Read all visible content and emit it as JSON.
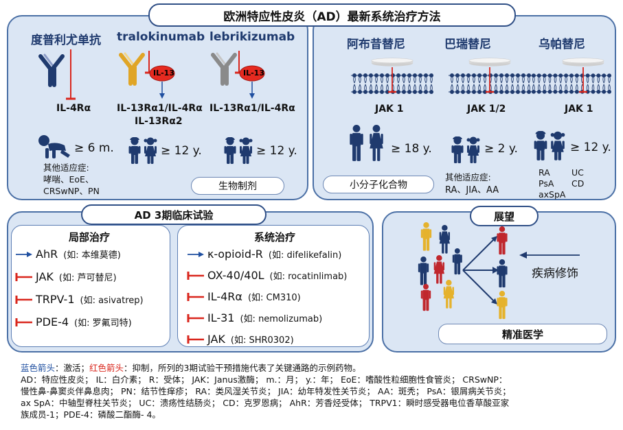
{
  "title": "欧洲特应性皮炎（AD）最新系统治疗方法",
  "biologics": {
    "label": "生物制剂",
    "drugs": [
      {
        "name": "度普利尤单抗",
        "target": "IL-4Rα",
        "age": "≥ 6 m."
      },
      {
        "name": "tralokinumab",
        "cytokine": "IL-13",
        "target_line1": "IL-13Rα1/IL-4Rα",
        "target_line2": "IL-13Rα2",
        "age": "≥ 12 y."
      },
      {
        "name": "lebrikizumab",
        "cytokine": "IL-13",
        "target_line1": "IL-13Rα1/IL-4Rα",
        "age": "≥ 12 y."
      }
    ],
    "other_title": "其他适应症:",
    "other_line1": "哮喘、EoE、",
    "other_line2": "CRSwNP、PN"
  },
  "small_molecules": {
    "label": "小分子化合物",
    "drugs": [
      {
        "name": "阿布昔替尼",
        "target": "JAK 1",
        "age": "≥ 18 y."
      },
      {
        "name": "巴瑞替尼",
        "target": "JAK 1/2",
        "age": "≥ 2 y."
      },
      {
        "name": "乌帕替尼",
        "target": "JAK 1",
        "age": "≥ 12 y."
      }
    ],
    "baricitinib_other_title": "其他适应症:",
    "baricitinib_other_list": "RA、JIA、AA",
    "upadacitinib_other": {
      "col1": [
        "RA",
        "PsA",
        "axSpA"
      ],
      "col2": [
        "UC",
        "CD"
      ]
    }
  },
  "phase3": {
    "label": "AD 3期临床试验",
    "topical": {
      "title": "局部治疗",
      "items": [
        {
          "marker": "AhR",
          "example": "(如: 本维莫德)",
          "type": "activate"
        },
        {
          "marker": "JAK",
          "example": "(如: 芦可替尼)",
          "type": "inhibit"
        },
        {
          "marker": "TRPV-1",
          "example": "(如: asivatrep)",
          "type": "inhibit"
        },
        {
          "marker": "PDE-4",
          "example": "(如: 罗氟司特)",
          "type": "inhibit"
        }
      ]
    },
    "systemic": {
      "title": "系统治疗",
      "items": [
        {
          "marker": "κ-opioid-R",
          "example": "(如: difelikefalin)",
          "type": "activate"
        },
        {
          "marker": "OX-40/40L",
          "example": "(如: rocatinlimab)",
          "type": "inhibit"
        },
        {
          "marker": "IL-4Rα",
          "example": "(如: CM310)",
          "type": "inhibit"
        },
        {
          "marker": "IL-31",
          "example": "(如: nemolizumab)",
          "type": "inhibit"
        },
        {
          "marker": "JAK",
          "example": "(如: SHR0302)",
          "type": "inhibit"
        }
      ]
    }
  },
  "outlook": {
    "label": "展望",
    "modification": "疾病修饰",
    "precision": "精准医学"
  },
  "footnotes": {
    "blue_label": "蓝色箭头",
    "blue_text": "：激活；",
    "red_label": "红色箭头",
    "red_text": "：抑制，所列的3期试验干预措施代表了关键通路的示例药物。",
    "line2": "AD：特应性皮炎；  IL：白介素；  R：受体；  JAK：Janus激酶；  m.：月；  y.：年；  EoE：嗜酸性粒细胞性食管炎；  CRSwNP：",
    "line3": "慢性鼻-鼻窦炎伴鼻息肉；   PN：结节性痒疹；   RA：类风湿关节炎；   JIA：幼年特发性关节炎；  AA：斑秃；   PsA：银屑病关节炎；",
    "line4": "ax SpA：中轴型脊柱关节炎；  UC：溃疡性结肠炎；   CD：克罗恩病；  AhR：芳香烃受体；   TRPV1：瞬时感受器电位香草酸亚家",
    "line5": "族成员-1；PDE-4：磷酸二酯酶- 4。"
  },
  "colors": {
    "navy": "#1f3a6e",
    "activate_blue": "#1f4fa0",
    "inhibit_red": "#d9261c",
    "panel_fill": "#dbe6f4",
    "antibody_gold": "#e0a526",
    "antibody_grey": "#8a8a8a",
    "person_red": "#c0272d",
    "person_yellow": "#e5b22c"
  }
}
